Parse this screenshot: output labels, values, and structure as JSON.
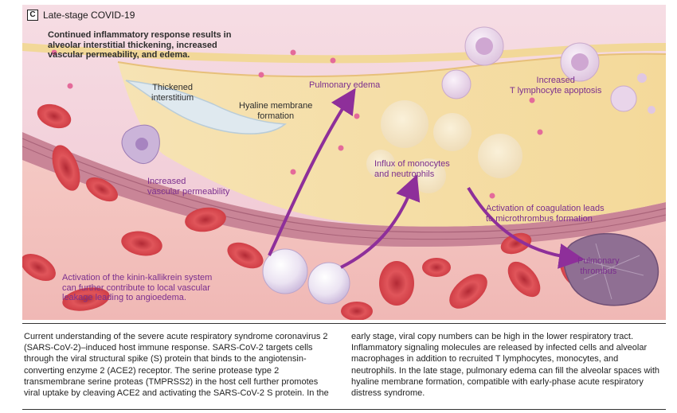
{
  "panel": {
    "letter": "C",
    "title": "Late-stage COVID-19"
  },
  "intro_text": [
    "Continued inflammatory response results in",
    "alveolar interstitial thickening, increased",
    "vascular permeability, and edema."
  ],
  "labels": {
    "thickened_interstitium": [
      "Thickened",
      "interstitium"
    ],
    "hyaline_membrane": [
      "Hyaline membrane",
      "formation"
    ],
    "pulmonary_edema": "Pulmonary edema",
    "t_cell_apoptosis": [
      "Increased",
      "T lymphocyte apoptosis"
    ],
    "vascular_permeability": [
      "Increased",
      "vascular permeability"
    ],
    "monocytes_neutrophils": [
      "Influx of monocytes",
      "and neutrophils"
    ],
    "coagulation": [
      "Activation of coagulation leads",
      "to microthrombus formation"
    ],
    "pulmonary_thrombus": [
      "Pulmonary",
      "thrombus"
    ],
    "kinin_kallikrein": [
      "Activation of the kinin-kallikrein system",
      "can further contribute to local vascular",
      "leakage leading to angioedema."
    ]
  },
  "colors": {
    "alveolar_space": "#f3d3dc",
    "interstitium": "#f5dfa3",
    "vessel_wall": "#c97a8c",
    "blood": "#f7c6c0",
    "red_cell": "#d6434a",
    "label_purple": "#7b2f8e",
    "arrow_purple": "#8e2f9a"
  },
  "caption": {
    "left": [
      "Current understanding of the severe acute respiratory syndrome coronavirus 2",
      "(SARS-CoV-2)–induced host immune response. SARS-CoV-2 targets cells",
      "through the viral structural spike (S) protein that binds to the angiotensin-",
      "converting enzyme 2 (ACE2) receptor. The serine protease type 2",
      "transmembrane serine proteas (TMPRSS2) in the host cell further promotes",
      "viral uptake by cleaving ACE2 and activating the SARS-CoV-2 S protein. In the"
    ],
    "right": [
      "early stage, viral copy numbers can be high in the lower respiratory tract.",
      "Inflammatory signaling molecules are released by infected cells and alveolar",
      "macrophages in addition to recruited T lymphocytes, monocytes, and",
      "neutrophils. In the late stage, pulmonary edema can fill the alveolar spaces with",
      "hyaline membrane formation, compatible with early-phase acute respiratory",
      "distress syndrome."
    ]
  }
}
